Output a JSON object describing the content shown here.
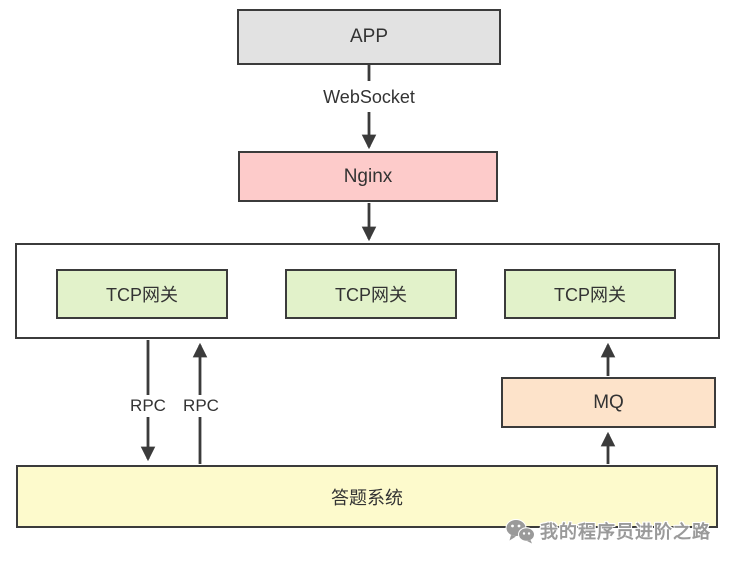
{
  "diagram": {
    "nodes": {
      "app": {
        "label": "APP",
        "fill": "#e2e2e2"
      },
      "nginx": {
        "label": "Nginx",
        "fill": "#fdcbca"
      },
      "gateway_cluster": {
        "gateways": [
          {
            "label": "TCP网关"
          },
          {
            "label": "TCP网关"
          },
          {
            "label": "TCP网关"
          }
        ],
        "fill": "#e2f2ca"
      },
      "mq": {
        "label": "MQ",
        "fill": "#fde3ca"
      },
      "answer_system": {
        "label": "答题系统",
        "fill": "#fdfacc"
      }
    },
    "edges": {
      "websocket_label": "WebSocket",
      "rpc_left_label": "RPC",
      "rpc_right_label": "RPC"
    },
    "colors": {
      "border": "#3b3b3b",
      "arrow": "#3b3b3b",
      "text": "#333333"
    }
  },
  "watermark": {
    "icon": "wechat-icon",
    "text": "我的程序员进阶之路",
    "color": "#9a9a9a"
  }
}
